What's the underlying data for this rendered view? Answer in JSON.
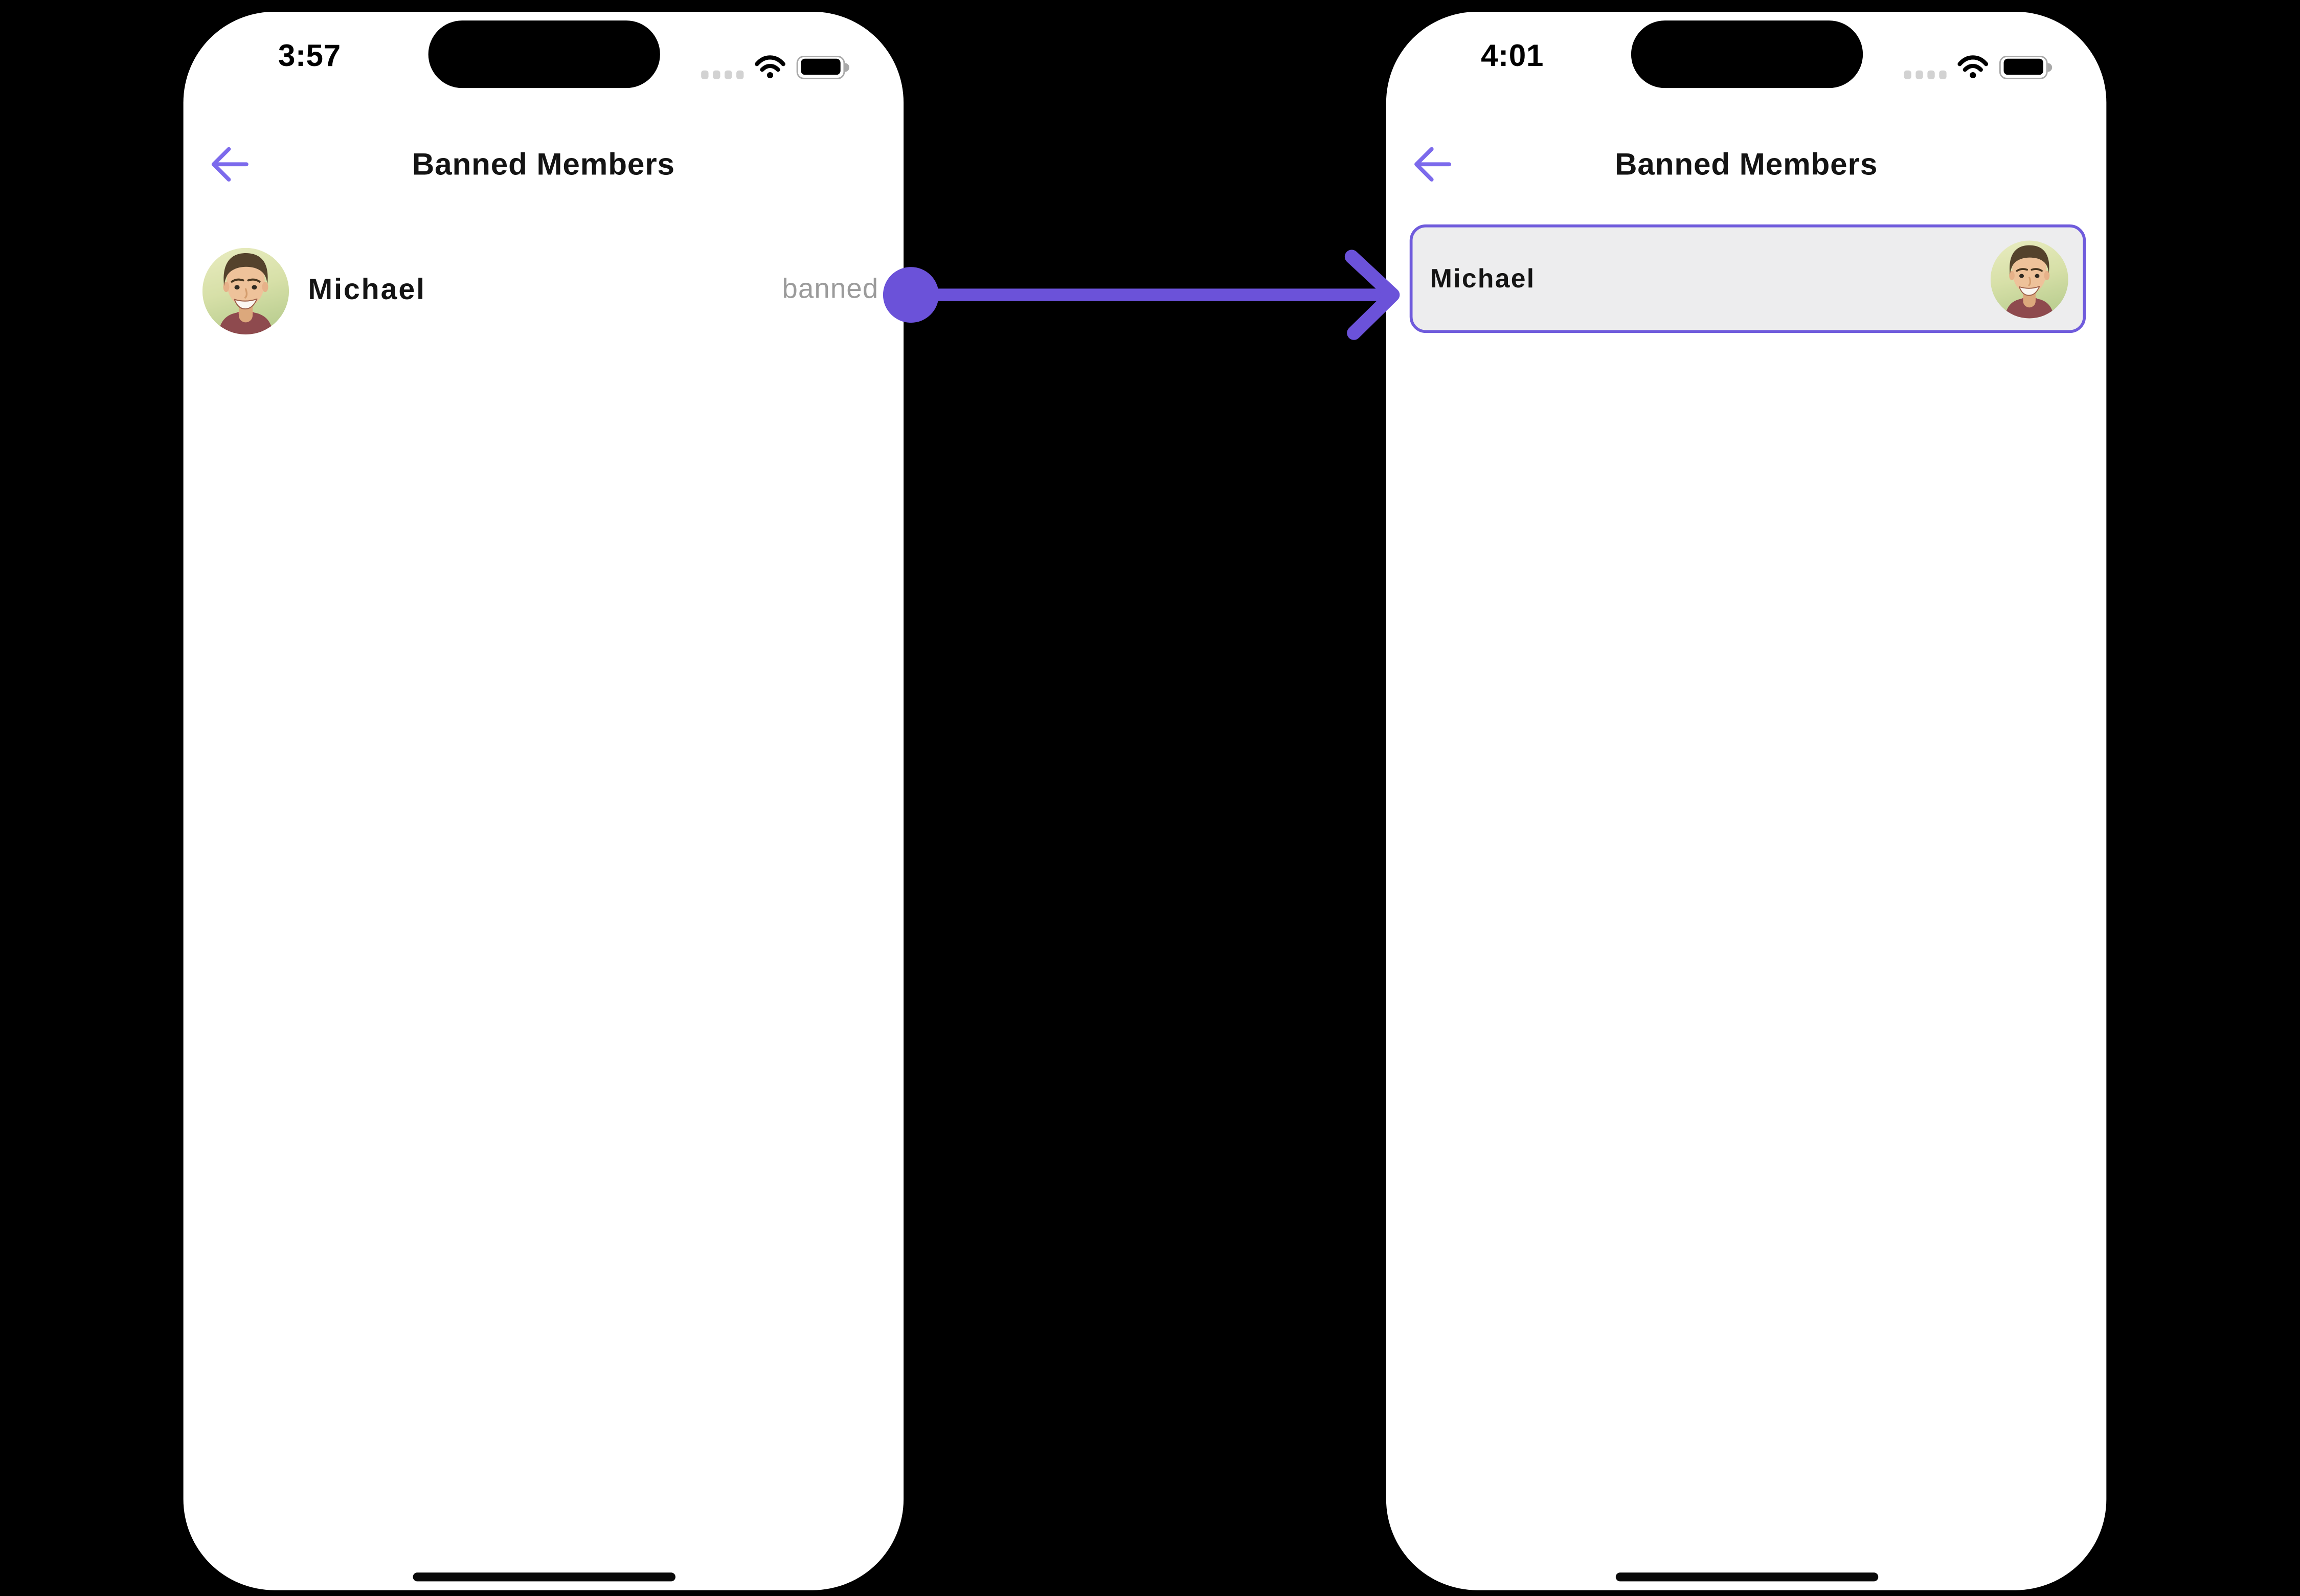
{
  "left_phone": {
    "time": "3:57",
    "title": "Banned Members",
    "member": {
      "name": "Michael",
      "status_label": "banned"
    }
  },
  "right_phone": {
    "time": "4:01",
    "title": "Banned Members",
    "member": {
      "name": "Michael"
    }
  },
  "colors": {
    "accent_arrow": "#6B52D9",
    "back_chevron": "#7C6AEC",
    "card_border": "#6F5BDC",
    "card_bg": "#EDEDEE",
    "status_gray": "#9B9B9B",
    "signal_dots": "#D2D2D2",
    "battery_outline": "#A9A9A9"
  }
}
